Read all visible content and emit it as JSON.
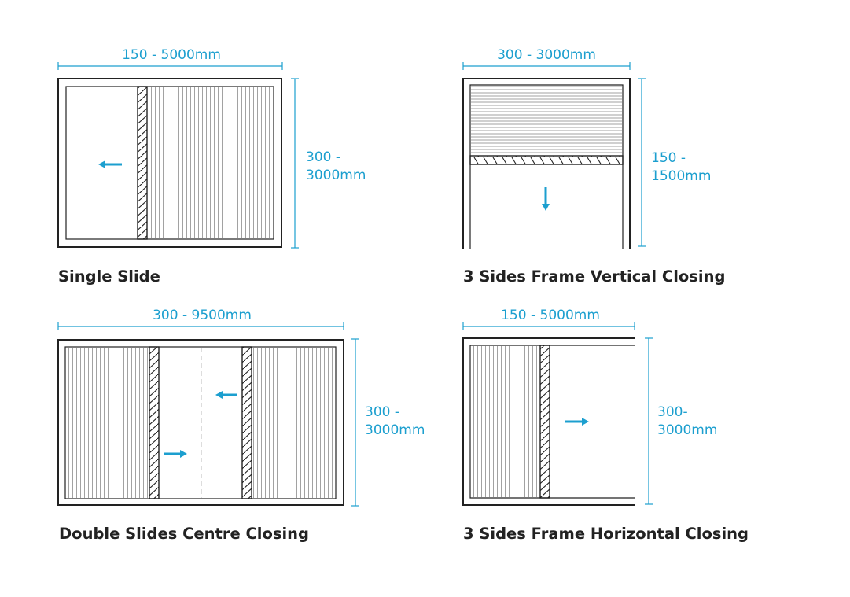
{
  "colors": {
    "accent": "#1c9fcf",
    "frame": "#222222",
    "line": "#8a8a8a"
  },
  "panels": [
    {
      "caption": "Single Slide",
      "width_label": "150 - 5000mm",
      "height_label_1": "300 -",
      "height_label_2": "3000mm",
      "arrows": [
        "arrow-left"
      ]
    },
    {
      "caption": "3 Sides Frame Vertical Closing",
      "width_label": "300 - 3000mm",
      "height_label_1": "150 -",
      "height_label_2": "1500mm",
      "arrows": [
        "arrow-down"
      ]
    },
    {
      "caption": "Double Slides Centre Closing",
      "width_label": "300 - 9500mm",
      "height_label_1": "300 -",
      "height_label_2": "3000mm",
      "arrows": [
        "arrow-right",
        "arrow-left"
      ]
    },
    {
      "caption": "3 Sides Frame Horizontal Closing",
      "width_label": "150 - 5000mm",
      "height_label_1": "300-",
      "height_label_2": "3000mm",
      "arrows": [
        "arrow-right"
      ]
    }
  ]
}
